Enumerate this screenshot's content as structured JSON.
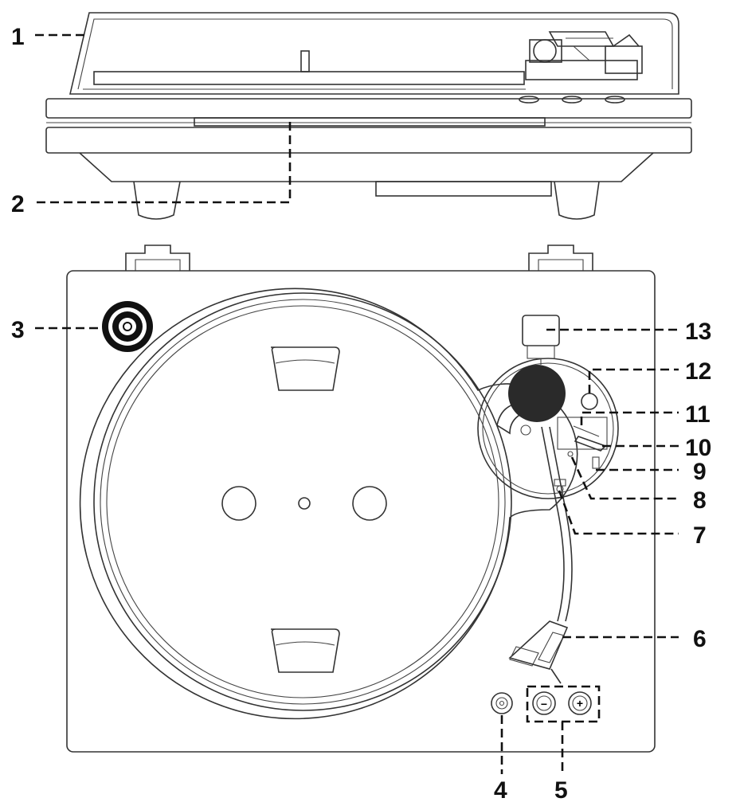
{
  "callouts": [
    {
      "id": "1",
      "label": "1"
    },
    {
      "id": "2",
      "label": "2"
    },
    {
      "id": "3",
      "label": "3"
    },
    {
      "id": "4",
      "label": "4"
    },
    {
      "id": "5",
      "label": "5"
    },
    {
      "id": "6",
      "label": "6"
    },
    {
      "id": "7",
      "label": "7"
    },
    {
      "id": "8",
      "label": "8"
    },
    {
      "id": "9",
      "label": "9"
    },
    {
      "id": "10",
      "label": "10"
    },
    {
      "id": "11",
      "label": "11"
    },
    {
      "id": "12",
      "label": "12"
    },
    {
      "id": "13",
      "label": "13"
    }
  ],
  "buttons": {
    "minus_symbol": "−",
    "plus_symbol": "+"
  },
  "colors": {
    "line": "#333333",
    "counterweight": "#2a2a2a",
    "background": "#ffffff"
  }
}
